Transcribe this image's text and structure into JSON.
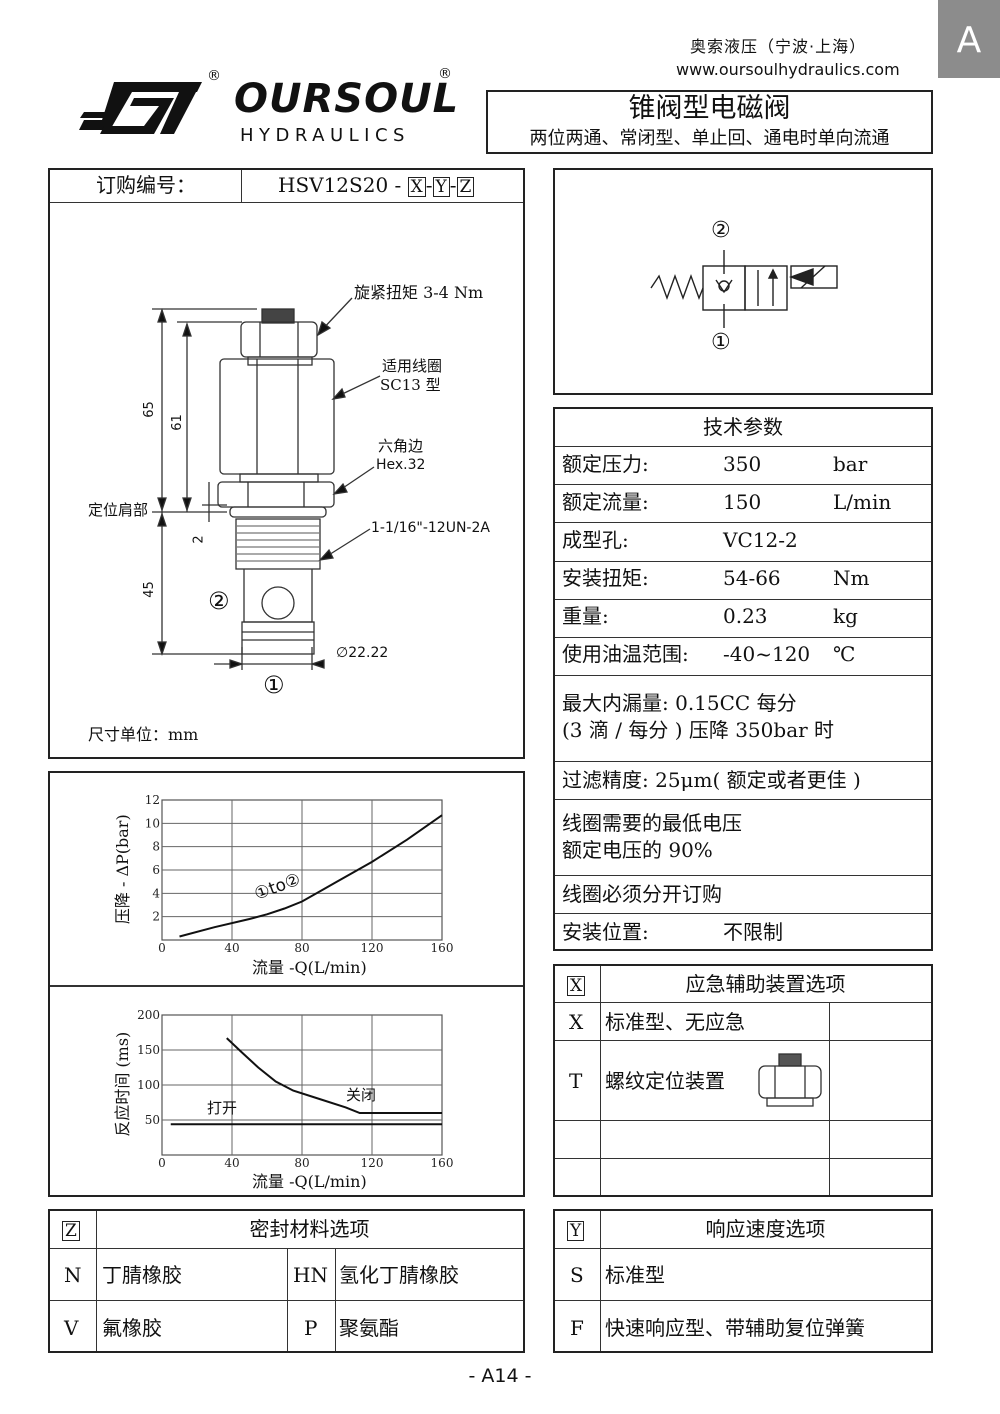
{
  "tab_letter": "A",
  "company": {
    "name_cn": "奥索液压（宁波·上海）",
    "website": "www.oursoulhydraulics.com",
    "logo_text": "OURSOUL",
    "logo_sub": "HYDRAULICS",
    "reg": "®"
  },
  "title": {
    "main": "锥阀型电磁阀",
    "sub": "两位两通、常闭型、单止回、通电时单向流通"
  },
  "order": {
    "label": "订购编号：",
    "model": "HSV12S20 -",
    "x": "X",
    "y": "Y",
    "z": "Z",
    "dash": "-"
  },
  "drawing": {
    "torque": "旋紧扭矩 3-4 Nm",
    "coil1": "适用线圈",
    "coil2": "SC13 型",
    "hex1": "六角边",
    "hex2": "Hex.32",
    "shoulder": "定位肩部",
    "thread": "1-1/16\"-12UN-2A",
    "dia": "22.22",
    "dia_symbol": "∅",
    "dim65": "65",
    "dim61": "61",
    "dim2": "2",
    "dim45": "45",
    "port1": "①",
    "port2": "②",
    "unit": "尺寸单位：mm"
  },
  "symbol": {
    "port1": "①",
    "port2": "②"
  },
  "chart_data": [
    {
      "type": "line",
      "title": "",
      "xlabel": "流量 -Q(L/min)",
      "ylabel": "压降 - ΔP(bar)",
      "xlim": [
        0,
        160
      ],
      "ylim": [
        0,
        12
      ],
      "xticks": [
        "0",
        "40",
        "80",
        "120",
        "160"
      ],
      "yticks": [
        "2",
        "4",
        "6",
        "8",
        "10",
        "12"
      ],
      "grid": true,
      "annotation": "①to②",
      "series": [
        {
          "name": "①to②",
          "x": [
            10,
            30,
            50,
            60,
            70,
            80,
            100,
            120,
            140,
            160
          ],
          "y": [
            0.3,
            1.1,
            1.8,
            2.2,
            2.7,
            3.3,
            5.0,
            6.7,
            8.6,
            10.7
          ]
        }
      ]
    },
    {
      "type": "line",
      "title": "",
      "xlabel": "流量 -Q(L/min)",
      "ylabel": "反应时间 (ms)",
      "xlim": [
        0,
        160
      ],
      "ylim": [
        0,
        200
      ],
      "xticks": [
        "0",
        "40",
        "80",
        "120",
        "160"
      ],
      "yticks": [
        "50",
        "100",
        "150",
        "200"
      ],
      "grid": true,
      "series": [
        {
          "name": "关闭",
          "x": [
            37,
            45,
            55,
            65,
            75,
            90,
            105,
            113,
            160
          ],
          "y": [
            167,
            148,
            125,
            105,
            92,
            80,
            68,
            60,
            60
          ]
        },
        {
          "name": "打开",
          "x": [
            5,
            160
          ],
          "y": [
            44,
            44
          ]
        }
      ]
    }
  ],
  "specs": {
    "title": "技术参数",
    "rows": [
      {
        "label": "额定压力:",
        "value": "350",
        "unit": "bar"
      },
      {
        "label": "额定流量:",
        "value": "150",
        "unit": "L/min"
      },
      {
        "label": "成型孔:",
        "value": "VC12-2",
        "unit": ""
      },
      {
        "label": "安装扭矩:",
        "value": "54-66",
        "unit": "Nm"
      },
      {
        "label": "重量:",
        "value": "0.23",
        "unit": "kg"
      },
      {
        "label": "使用油温范围:",
        "value": "-40~120",
        "unit": "℃"
      }
    ],
    "leak1": "最大内漏量:  0.15CC 每分",
    "leak2": "(3 滴 / 每分 ) 压降 350bar 时",
    "filter": "过滤精度: 25μm( 额定或者更佳 )",
    "coil1": "线圈需要的最低电压",
    "coil2": "额定电压的 90%",
    "order_sep": "线圈必须分开订购",
    "mount_label": "安装位置:",
    "mount_value": "不限制"
  },
  "x_options": {
    "key": "X",
    "title": "应急辅助装置选项",
    "rows": [
      {
        "code": "X",
        "desc": "标准型、无应急"
      },
      {
        "code": "T",
        "desc": "螺纹定位装置"
      }
    ]
  },
  "z_options": {
    "key": "Z",
    "title": "密封材料选项",
    "rows": [
      {
        "code": "N",
        "desc": "丁腈橡胶",
        "code2": "HN",
        "desc2": "氢化丁腈橡胶"
      },
      {
        "code": "V",
        "desc": "氟橡胶",
        "code2": "P",
        "desc2": "聚氨酯"
      }
    ]
  },
  "y_options": {
    "key": "Y",
    "title": "响应速度选项",
    "rows": [
      {
        "code": "S",
        "desc": "标准型"
      },
      {
        "code": "F",
        "desc": "快速响应型、带辅助复位弹簧"
      }
    ]
  },
  "page": "- A14 -"
}
